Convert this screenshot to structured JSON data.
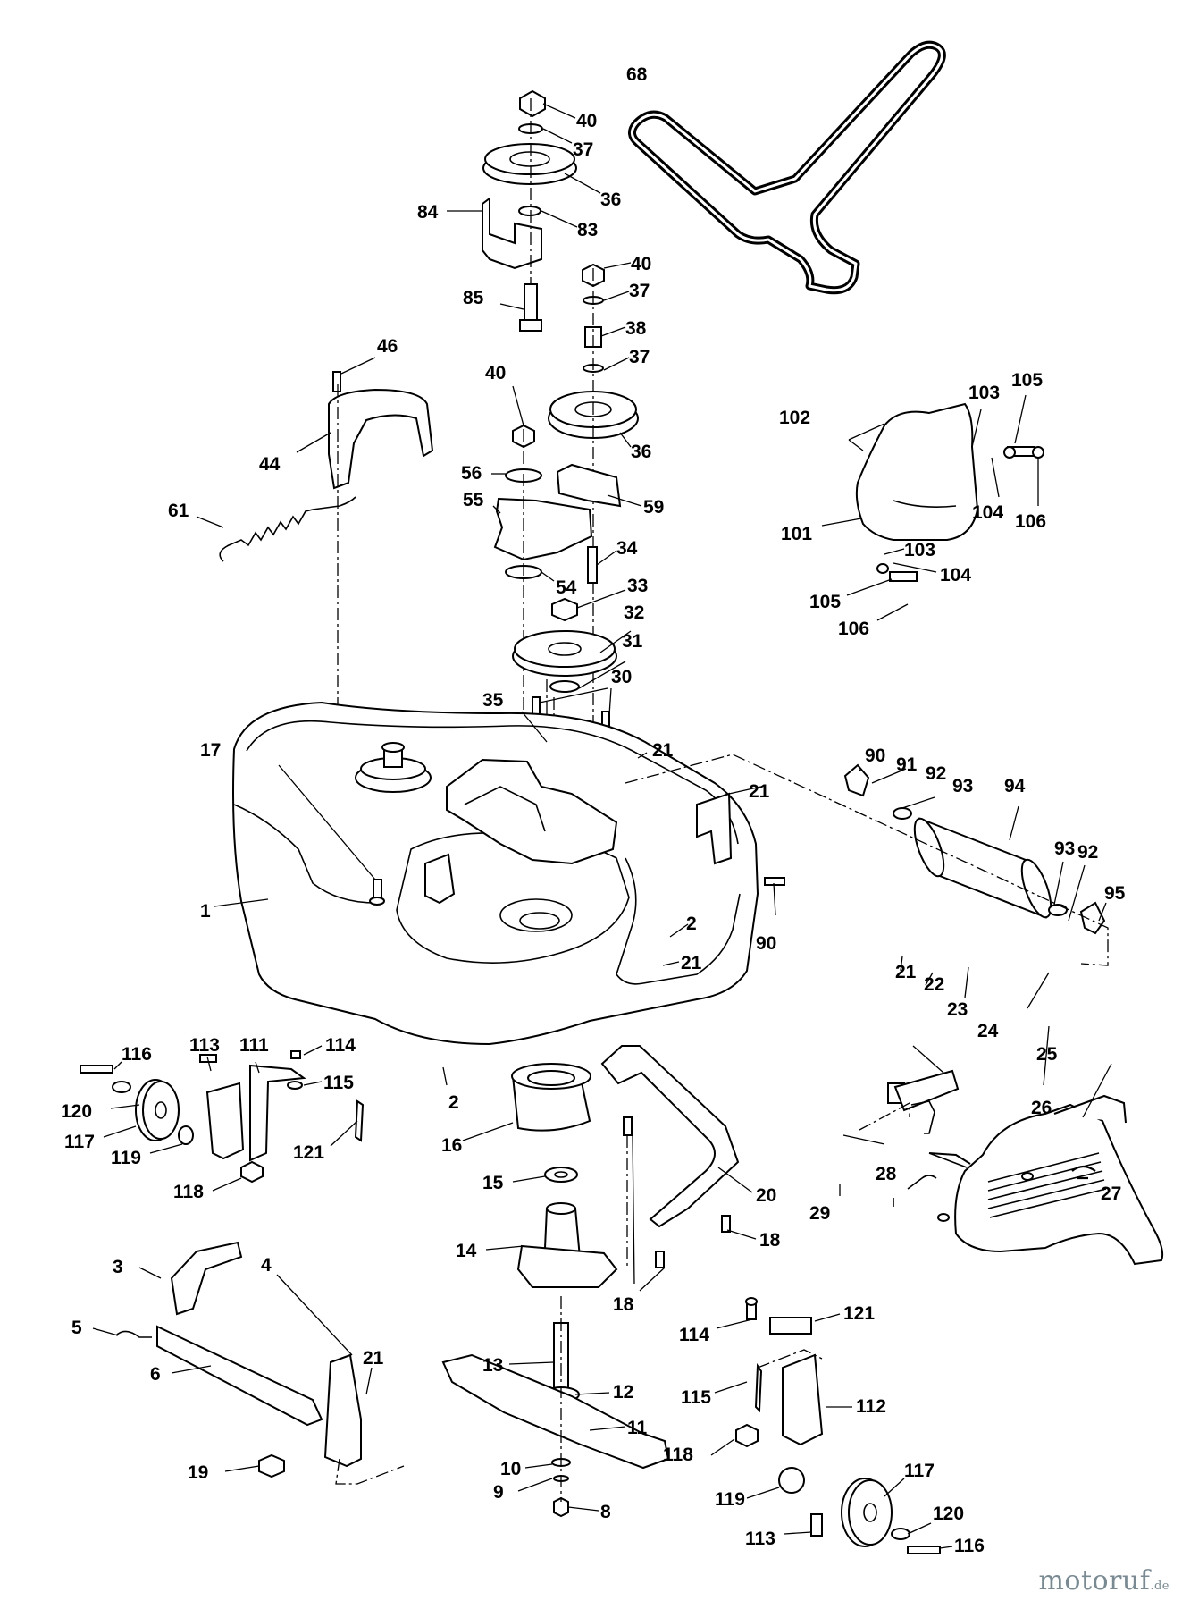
{
  "callouts": [
    "68",
    "40",
    "37",
    "36",
    "84",
    "83",
    "40",
    "37",
    "85",
    "38",
    "37",
    "46",
    "40",
    "36",
    "44",
    "56",
    "59",
    "55",
    "61",
    "34",
    "54",
    "33",
    "32",
    "31",
    "30",
    "35",
    "17",
    "21",
    "21",
    "90",
    "91",
    "92",
    "93",
    "94",
    "1",
    "2",
    "21",
    "90",
    "93",
    "92",
    "95",
    "102",
    "103",
    "105",
    "101",
    "104",
    "106",
    "103",
    "104",
    "105",
    "106",
    "113",
    "111",
    "114",
    "116",
    "115",
    "120",
    "117",
    "119",
    "121",
    "118",
    "2",
    "16",
    "15",
    "14",
    "20",
    "18",
    "18",
    "3",
    "4",
    "5",
    "6",
    "21",
    "19",
    "13",
    "12",
    "11",
    "10",
    "9",
    "8",
    "21",
    "22",
    "23",
    "24",
    "25",
    "26",
    "28",
    "27",
    "29",
    "114",
    "121",
    "115",
    "112",
    "118",
    "119",
    "117",
    "113",
    "120",
    "116"
  ],
  "watermark": {
    "name": "motoruf",
    "tld": ".de"
  }
}
